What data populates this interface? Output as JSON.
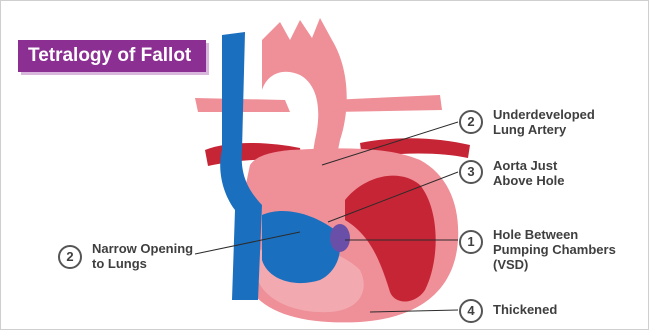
{
  "title": "Tetralogy of Fallot",
  "colors": {
    "title_bg": "#8b2f93",
    "oxygenated_red": "#c62535",
    "heart_pink": "#ef8f98",
    "deoxygenated_blue": "#1a6fbf"
  },
  "labels": [
    {
      "number": "2",
      "lines": [
        "Underdeveloped",
        "Lung Artery"
      ]
    },
    {
      "number": "3",
      "lines": [
        "Aorta Just",
        "Above Hole"
      ]
    },
    {
      "number": "1",
      "lines": [
        "Hole Between",
        "Pumping Chambers",
        "(VSD)"
      ]
    },
    {
      "number": "4",
      "lines": [
        "Thickened"
      ]
    },
    {
      "number": "2",
      "lines": [
        "Narrow Opening",
        "to Lungs"
      ]
    }
  ]
}
